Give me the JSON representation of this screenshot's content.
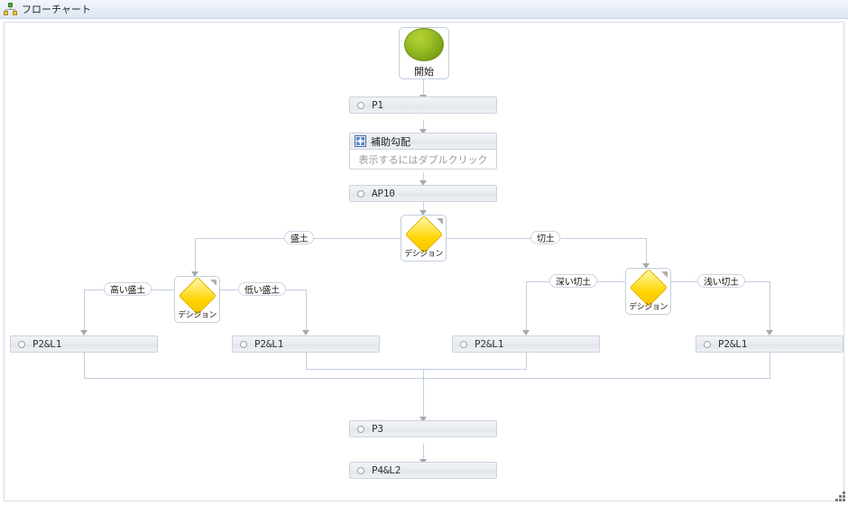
{
  "window": {
    "title": "フローチャート",
    "title_icon": "hierarchy-icon",
    "resize_grip_icon": "resize-grip-icon"
  },
  "nodes": {
    "start": {
      "label": "開始",
      "icon": "green-circle-start-icon"
    },
    "p1": {
      "label": "P1",
      "icon": "circle-step-icon"
    },
    "sub": {
      "title": "補助勾配",
      "hint": "表示するにはダブルクリック",
      "icon": "subchart-icon"
    },
    "ap10": {
      "label": "AP10",
      "icon": "circle-step-icon"
    },
    "decision_root": {
      "label": "デシジョン",
      "icon": "yellow-diamond-icon"
    },
    "decision_left": {
      "label": "デシジョン",
      "icon": "yellow-diamond-icon"
    },
    "decision_right": {
      "label": "デシジョン",
      "icon": "yellow-diamond-icon"
    },
    "leaf1": {
      "label": "P2&L1",
      "icon": "circle-step-icon"
    },
    "leaf2": {
      "label": "P2&L1",
      "icon": "circle-step-icon"
    },
    "leaf3": {
      "label": "P2&L1",
      "icon": "circle-step-icon"
    },
    "leaf4": {
      "label": "P2&L1",
      "icon": "circle-step-icon"
    },
    "p3": {
      "label": "P3",
      "icon": "circle-step-icon"
    },
    "p4l2": {
      "label": "P4&L2",
      "icon": "circle-step-icon"
    }
  },
  "edge_labels": {
    "root_left": "盛土",
    "root_right": "切土",
    "left_left": "高い盛土",
    "left_right": "低い盛土",
    "right_left": "深い切土",
    "right_right": "浅い切土"
  },
  "colors": {
    "canvas_bg": "#ffffff",
    "connector": "#c3cede",
    "arrow": "#a9a9a9",
    "bar_border": "#ccd3dd",
    "start_green": "#8cb31f",
    "decision_yellow": "#ffd400",
    "titlebar_text": "#20282f",
    "hint_text": "#9a9a9a"
  }
}
